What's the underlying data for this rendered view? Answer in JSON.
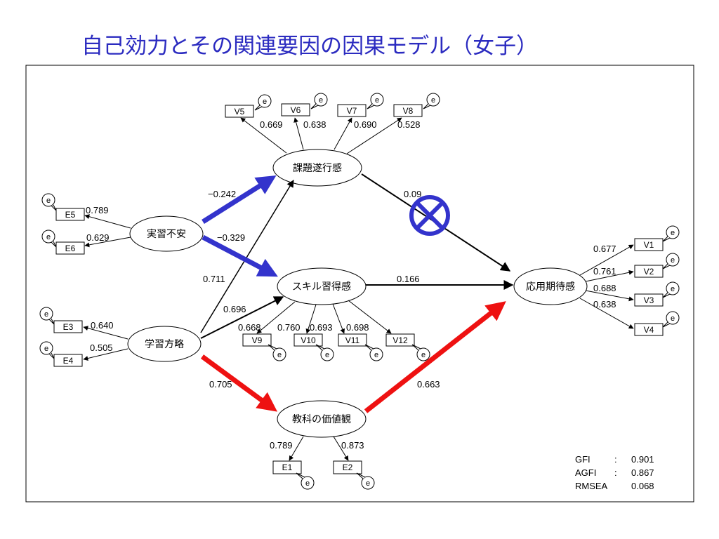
{
  "title": "自己効力とその関連要因の因果モデル（女子）",
  "colors": {
    "title": "#2b2bc0",
    "blue_path": "#3333cc",
    "red_path": "#ee1111",
    "ink": "#000000"
  },
  "latents": {
    "kadai": "課題遂行感",
    "jisshu": "実習不安",
    "skill": "スキル習得感",
    "gakushu": "学習方略",
    "kyoka": "教科の価値観",
    "oyo": "応用期待感"
  },
  "indicators": {
    "v5": "V5",
    "v6": "V6",
    "v7": "V7",
    "v8": "V8",
    "e5": "E5",
    "e6": "E6",
    "e3": "E3",
    "e4": "E4",
    "v9": "V9",
    "v10": "V10",
    "v11": "V11",
    "v12": "V12",
    "e1": "E1",
    "e2": "E2",
    "v1": "V1",
    "v2": "V2",
    "v3": "V3",
    "v4": "V4"
  },
  "error_label": "e",
  "loadings": {
    "v5": "0.669",
    "v6": "0.638",
    "v7": "0.690",
    "v8": "0.528",
    "e5": "0.789",
    "e6": "0.629",
    "e3": "0.640",
    "e4": "0.505",
    "v9": "0.668",
    "v10": "0.760",
    "v11": "0.693",
    "v12": "0.698",
    "e1": "0.789",
    "e2": "0.873",
    "v1": "0.677",
    "v2": "0.761",
    "v3": "0.688",
    "v4": "0.638"
  },
  "paths": {
    "jisshu_kadai": "−0.242",
    "jisshu_skill": "−0.329",
    "gakushu_kadai": "0.711",
    "gakushu_skill": "0.696",
    "gakushu_kyoka": "0.705",
    "kadai_oyo": "0.09",
    "skill_oyo": "0.166",
    "kyoka_oyo": "0.663"
  },
  "fit": {
    "gfi_label": "GFI",
    "gfi_colon": ":",
    "gfi_value": "0.901",
    "agfi_label": "AGFI",
    "agfi_colon": ":",
    "agfi_value": "0.867",
    "rmsea_label": "RMSEA",
    "rmsea_value": "0.068"
  }
}
